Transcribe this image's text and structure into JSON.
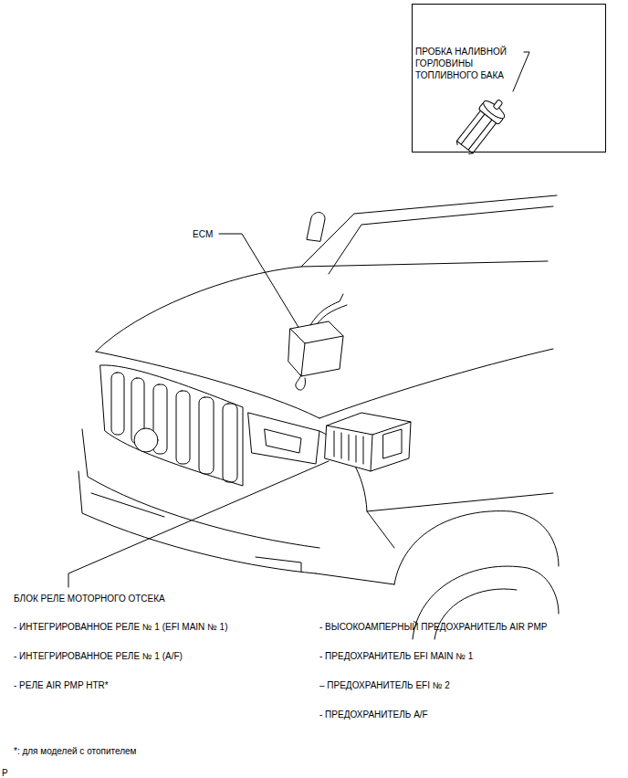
{
  "diagram": {
    "nodes": [
      {
        "text": [
          "ПРОБКА НАЛИВНОЙ ГОРЛОВИНЫ ТОПЛИВНОГО БАКА"
        ]
      }
    ],
    "labels": [
      "ECM",
      "БЛОК РЕЛЕ МОТОРНОГО ОТСЕКА",
      "- ИНТЕГРИРОВАННОЕ РЕЛЕ № 1 (EFI MAIN № 1)",
      "- ИНТЕГРИРОВАННОЕ РЕЛЕ № 1 (A/F)",
      "- РЕЛЕ AIR PMP HTR*",
      "- ВЫСОКОАМПЕРНЫЙ ПРЕДОХРАНИТЕЛЬ AIR PMP",
      "- ПРЕДОХРАНИТЕЛЬ EFI MAIN № 1",
      "– ПРЕДОХРАНИТЕЛЬ EFI № 2",
      "- ПРЕДОХРАНИТЕЛЬ A/F",
      "*: для моделей с отопителем",
      "P"
    ]
  }
}
